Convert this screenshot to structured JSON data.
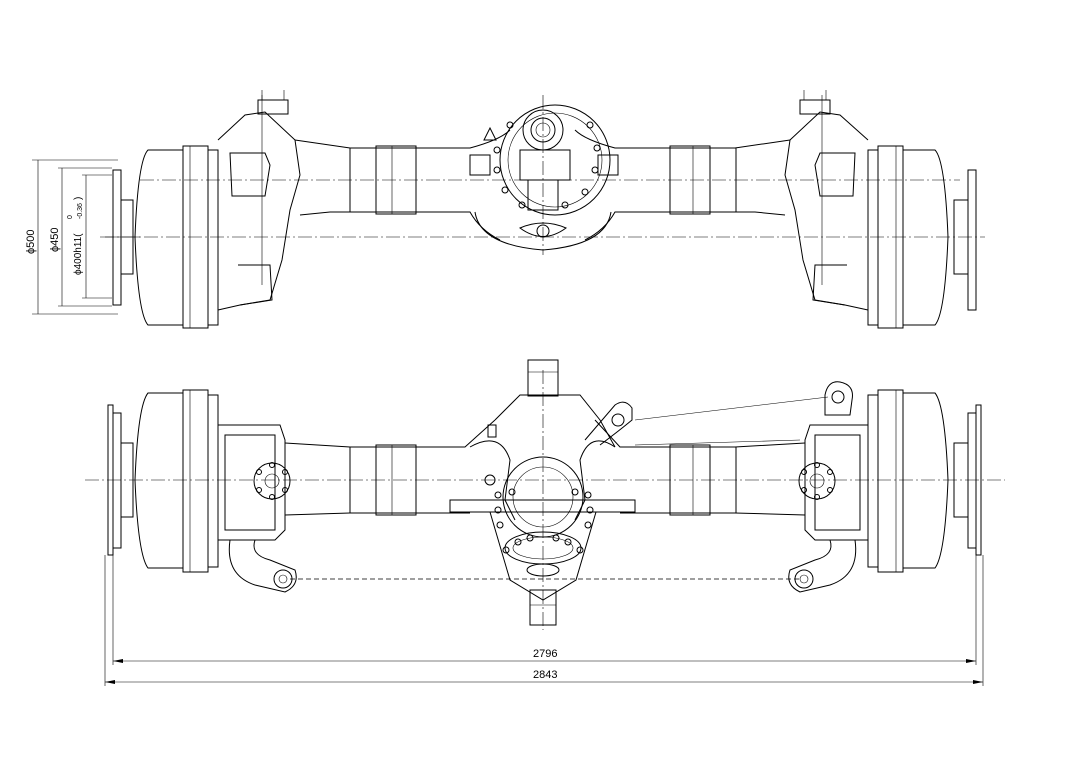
{
  "dimensions": {
    "d500": "ϕ500",
    "d450": "ϕ450",
    "d400": "ϕ400h11(",
    "d400_tol_upper": "0",
    "d400_tol_lower": "-0.36",
    "d400_close": ")",
    "track_inner": "2796",
    "track_outer": "2843"
  },
  "colors": {
    "line": "#000000",
    "background": "#ffffff"
  }
}
